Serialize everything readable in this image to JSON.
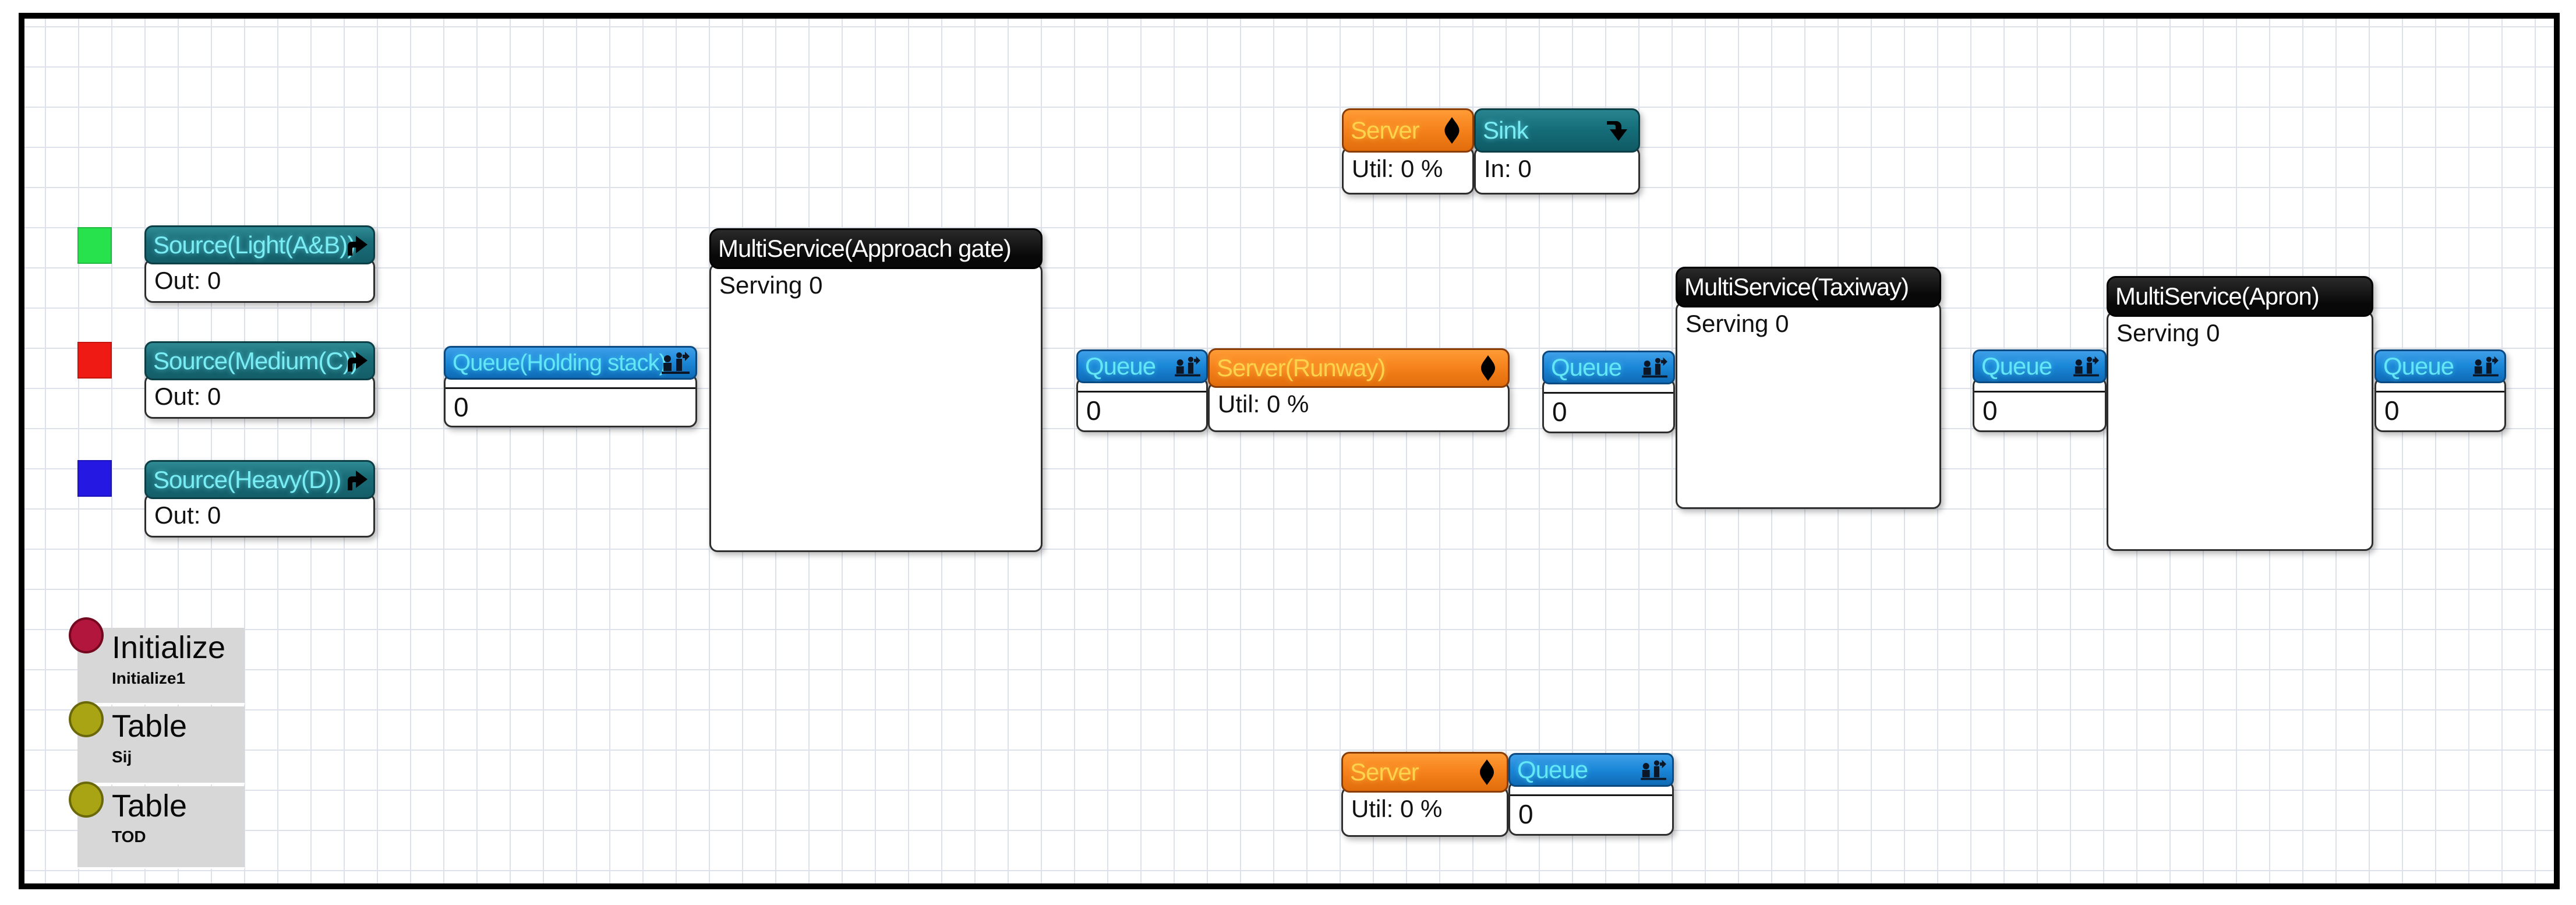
{
  "canvas": {
    "description": "Discrete-event simulation model canvas (airport landing flow)",
    "colors": {
      "background": "#ffffff",
      "grid_line": "#dde2ea",
      "frame_border": "#000000",
      "source_header_teal": "#1a6c77",
      "sink_header_teal": "#156e7a",
      "server_header_orange": "#f5811b",
      "queue_header_blue": "#1a86d7",
      "multiservice_header_black": "#0a0a0a",
      "source_title_text": "#79ecf4",
      "server_title_text": "#ffd24b",
      "queue_title_text": "#63e6f6",
      "body_text": "#111111"
    }
  },
  "legend_squares": [
    {
      "name": "green-square",
      "color": "#27e24d"
    },
    {
      "name": "red-square",
      "color": "#ee1a13"
    },
    {
      "name": "blue-square",
      "color": "#2518e2"
    }
  ],
  "nodes": {
    "server_top": {
      "title": "Server",
      "body": "Util: 0 %",
      "icon": "diamond-icon"
    },
    "sink_top": {
      "title": "Sink",
      "body": "In: 0",
      "icon": "arrow-down-icon"
    },
    "source_light": {
      "title": "Source(Light(A&B))",
      "body": "Out: 0",
      "icon": "arrow-right-icon"
    },
    "source_medium": {
      "title": "Source(Medium(C))",
      "body": "Out: 0",
      "icon": "arrow-right-icon"
    },
    "source_heavy": {
      "title": "Source(Heavy(D))",
      "body": "Out: 0",
      "icon": "arrow-right-icon"
    },
    "queue_holding": {
      "title": "Queue(Holding stack)",
      "body": "0",
      "icon": "queue-people-icon"
    },
    "ms_approach": {
      "title": "MultiService(Approach gate)",
      "body": "Serving 0"
    },
    "queue_runway": {
      "title": "Queue",
      "body": "0",
      "icon": "queue-people-icon"
    },
    "server_runway": {
      "title": "Server(Runway)",
      "body": "Util: 0 %",
      "icon": "diamond-icon"
    },
    "queue_taxiway": {
      "title": "Queue",
      "body": "0",
      "icon": "queue-people-icon"
    },
    "ms_taxiway": {
      "title": "MultiService(Taxiway)",
      "body": "Serving 0"
    },
    "queue_apron": {
      "title": "Queue",
      "body": "0",
      "icon": "queue-people-icon"
    },
    "ms_apron": {
      "title": "MultiService(Apron)",
      "body": "Serving 0"
    },
    "queue_out": {
      "title": "Queue",
      "body": "0",
      "icon": "queue-people-icon"
    },
    "server_bottom": {
      "title": "Server",
      "body": "Util: 0 %",
      "icon": "diamond-icon"
    },
    "queue_bottom": {
      "title": "Queue",
      "body": "0",
      "icon": "queue-people-icon"
    }
  },
  "palette": [
    {
      "label": "Initialize",
      "sublabel": "Initialize1",
      "dot_color": "#b2163c"
    },
    {
      "label": "Table",
      "sublabel": "Sij",
      "dot_color": "#a8a414"
    },
    {
      "label": "Table",
      "sublabel": "TOD",
      "dot_color": "#a8a414"
    }
  ]
}
